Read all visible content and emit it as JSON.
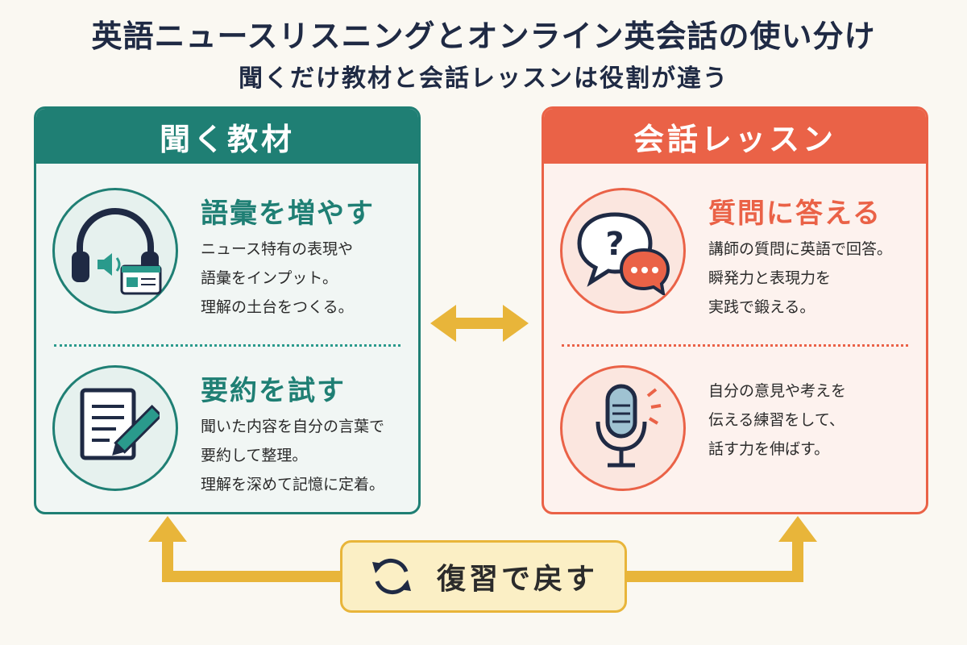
{
  "header": {
    "title": "英語ニュースリスニングとオンライン英会話の使い分け",
    "subtitle": "聞くだけ教材と会話レッスンは役割が違う"
  },
  "left_panel": {
    "title": "聞く教材",
    "sections": [
      {
        "icon": "headphones-icon",
        "heading": "語彙を増やす",
        "lines": [
          "ニュース特有の表現や",
          "語彙をインプット。",
          "理解の土台をつくる。"
        ]
      },
      {
        "icon": "document-pencil-icon",
        "heading": "要約を試す",
        "lines": [
          "聞いた内容を自分の言葉で",
          "要約して整理。",
          "理解を深めて記憶に定着。"
        ]
      }
    ]
  },
  "right_panel": {
    "title": "会話レッスン",
    "sections": [
      {
        "icon": "speech-bubbles-icon",
        "heading": "質問に答える",
        "lines": [
          "講師の質問に英語で回答。",
          "瞬発力と表現力を",
          "実践で鍛える。"
        ]
      },
      {
        "icon": "microphone-icon",
        "heading": "",
        "lines": [
          "自分の意見や考えを",
          "伝える練習をして、",
          "話す力を伸ばす。"
        ]
      }
    ]
  },
  "loop": {
    "label": "復習で戻す",
    "icon": "refresh-cycle-icon"
  },
  "colors": {
    "teal": "#1f7f74",
    "coral": "#ea6247",
    "gold": "#e8b53a",
    "navy": "#1f2a44"
  }
}
